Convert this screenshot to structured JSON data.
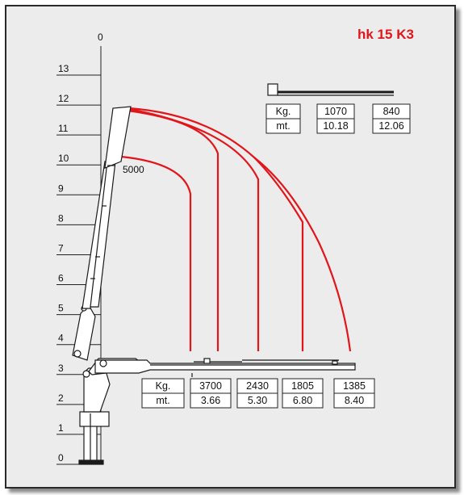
{
  "model": "hk 15 K3",
  "height_scale": [
    "0",
    "1",
    "2",
    "3",
    "4",
    "5",
    "6",
    "7",
    "8",
    "9",
    "10",
    "11",
    "12",
    "13"
  ],
  "scale_top_label": "0",
  "inner_load_label": "5000",
  "table_main": {
    "kg_label": "Kg.",
    "mt_label": "mt.",
    "kg": [
      "3700",
      "2430",
      "1805",
      "1385"
    ],
    "mt": [
      "3.66",
      "5.30",
      "6.80",
      "8.40"
    ]
  },
  "table_ext": {
    "kg_label": "Kg.",
    "mt_label": "mt.",
    "kg": [
      "1070",
      "840"
    ],
    "mt": [
      "10.18",
      "12.06"
    ]
  },
  "colors": {
    "curve": "#e0161b",
    "crane": "#1a1a1a",
    "frame_bg": "#ececec"
  }
}
